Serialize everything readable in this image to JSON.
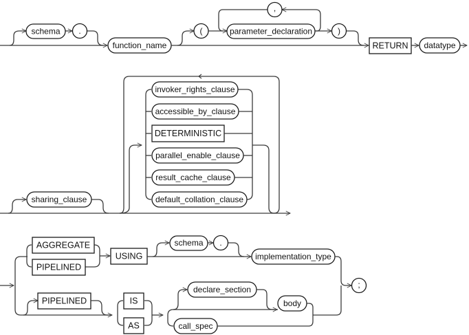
{
  "diagram": {
    "type": "railroad-syntax-diagram",
    "section_1": {
      "schema": "schema",
      "dot": ".",
      "function_name": "function_name",
      "open_paren": "(",
      "comma": ",",
      "parameter_declaration": "parameter_declaration",
      "close_paren": ")",
      "return_keyword": "RETURN",
      "datatype": "datatype"
    },
    "section_2": {
      "sharing_clause": "sharing_clause",
      "invoker_rights_clause": "invoker_rights_clause",
      "accessible_by_clause": "accessible_by_clause",
      "deterministic_keyword": "DETERMINISTIC",
      "parallel_enable_clause": "parallel_enable_clause",
      "result_cache_clause": "result_cache_clause",
      "default_collation_clause": "default_collation_clause"
    },
    "section_3": {
      "aggregate_keyword": "AGGREGATE",
      "pipelined_keyword_upper": "PIPELINED",
      "using_keyword": "USING",
      "schema": "schema",
      "dot": ".",
      "implementation_type": "implementation_type",
      "pipelined_keyword_lower": "PIPELINED",
      "is_keyword": "IS",
      "as_keyword": "AS",
      "declare_section": "declare_section",
      "body": "body",
      "call_spec": "call_spec",
      "semicolon": ";"
    }
  }
}
